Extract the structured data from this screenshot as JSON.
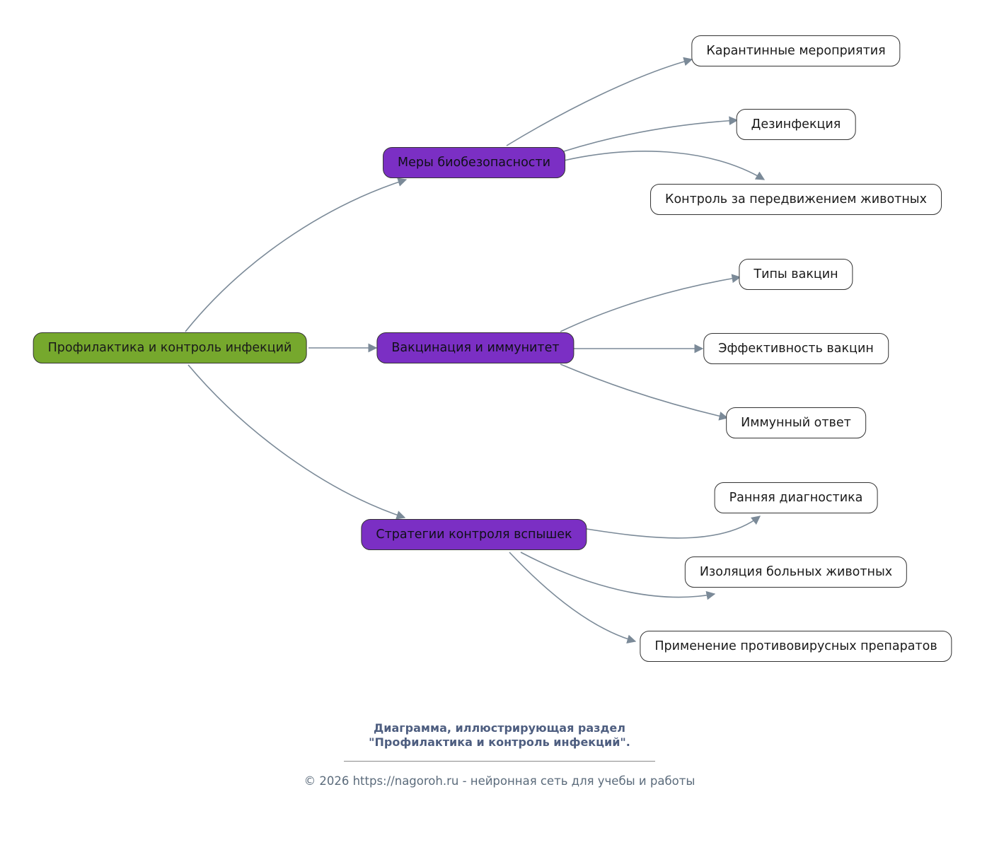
{
  "colors": {
    "root_fill": "#76a82d",
    "branch_fill": "#7b2fc4",
    "leaf_fill": "#ffffff",
    "node_border": "#333333",
    "edge_stroke": "#7b8a98",
    "footer_title": "#4e5e80",
    "footer_text": "#5b6b7b"
  },
  "diagram": {
    "root": "Профилактика и контроль инфекций",
    "branches": [
      {
        "label": "Меры биобезопасности",
        "children": [
          "Карантинные мероприятия",
          "Дезинфекция",
          "Контроль за передвижением животных"
        ]
      },
      {
        "label": "Вакцинация и иммунитет",
        "children": [
          "Типы вакцин",
          "Эффективность вакцин",
          "Иммунный ответ"
        ]
      },
      {
        "label": "Стратегии контроля вспышек",
        "children": [
          "Ранняя диагностика",
          "Изоляция больных животных",
          "Применение противовирусных препаратов"
        ]
      }
    ]
  },
  "footer": {
    "caption_line1": "Диаграмма, иллюстрирующая раздел",
    "caption_line2": "\"Профилактика и контроль инфекций\".",
    "copyright": "© 2026 https://nagoroh.ru - нейронная сеть для учебы и работы"
  }
}
